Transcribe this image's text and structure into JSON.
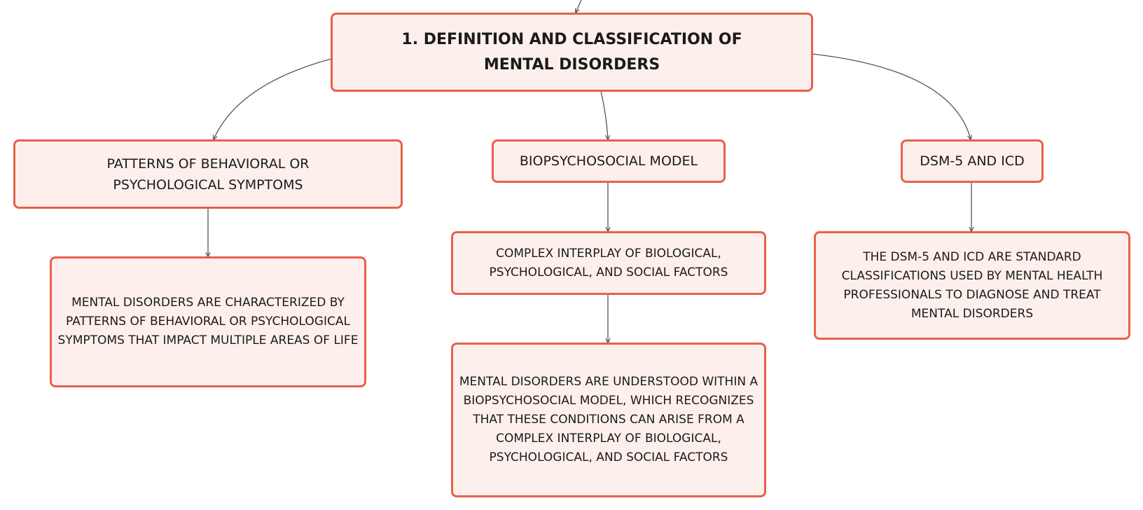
{
  "mindmap": {
    "root": {
      "label": "1. DEFINITION AND CLASSIFICATION OF MENTAL DISORDERS"
    },
    "branches": [
      {
        "label": "PATTERNS OF BEHAVIORAL OR PSYCHOLOGICAL SYMPTOMS",
        "children": [
          {
            "label": "MENTAL DISORDERS ARE CHARACTERIZED BY PATTERNS OF BEHAVIORAL OR PSYCHOLOGICAL SYMPTOMS THAT IMPACT MULTIPLE AREAS OF LIFE"
          }
        ]
      },
      {
        "label": "BIOPSYCHOSOCIAL MODEL",
        "children": [
          {
            "label": "COMPLEX INTERPLAY OF BIOLOGICAL, PSYCHOLOGICAL, AND SOCIAL FACTORS"
          },
          {
            "label": "MENTAL DISORDERS ARE UNDERSTOOD WITHIN A BIOPSYCHOSOCIAL MODEL, WHICH RECOGNIZES THAT THESE CONDITIONS CAN ARISE FROM A COMPLEX INTERPLAY OF BIOLOGICAL, PSYCHOLOGICAL, AND SOCIAL FACTORS"
          }
        ]
      },
      {
        "label": "DSM-5 AND ICD",
        "children": [
          {
            "label": "THE DSM-5 AND ICD ARE STANDARD CLASSIFICATIONS USED BY MENTAL HEALTH PROFESSIONALS TO DIAGNOSE AND TREAT MENTAL DISORDERS"
          }
        ]
      }
    ]
  },
  "colors": {
    "node_fill": "#fdf0ec",
    "node_border": "#e8604c",
    "connector": "#555555",
    "text": "#1a1a1a"
  }
}
